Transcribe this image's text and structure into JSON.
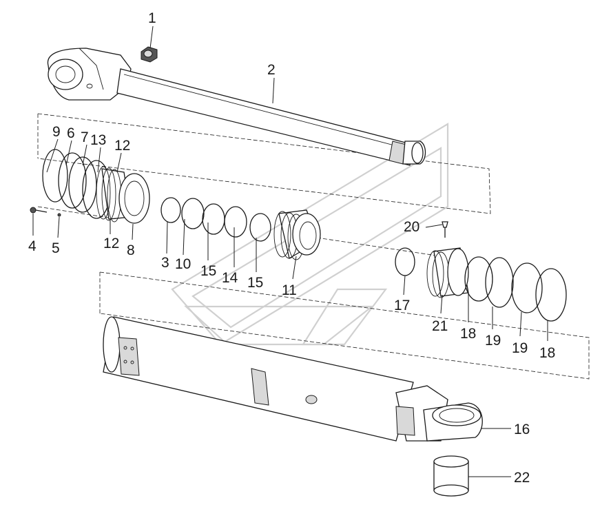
{
  "diagram": {
    "labels": {
      "p1": "1",
      "p2": "2",
      "p3": "3",
      "p4": "4",
      "p5": "5",
      "p6": "6",
      "p7": "7",
      "p8": "8",
      "p9": "9",
      "p10": "10",
      "p11": "11",
      "p12a": "12",
      "p12b": "12",
      "p13": "13",
      "p14": "14",
      "p15a": "15",
      "p15b": "15",
      "p16": "16",
      "p17": "17",
      "p18a": "18",
      "p18b": "18",
      "p19a": "19",
      "p19b": "19",
      "p20": "20",
      "p21": "21",
      "p22": "22"
    },
    "colors": {
      "line": "#1a1a1a",
      "watermark": "#d0d0d0",
      "shade": "#d9d9d9"
    }
  }
}
